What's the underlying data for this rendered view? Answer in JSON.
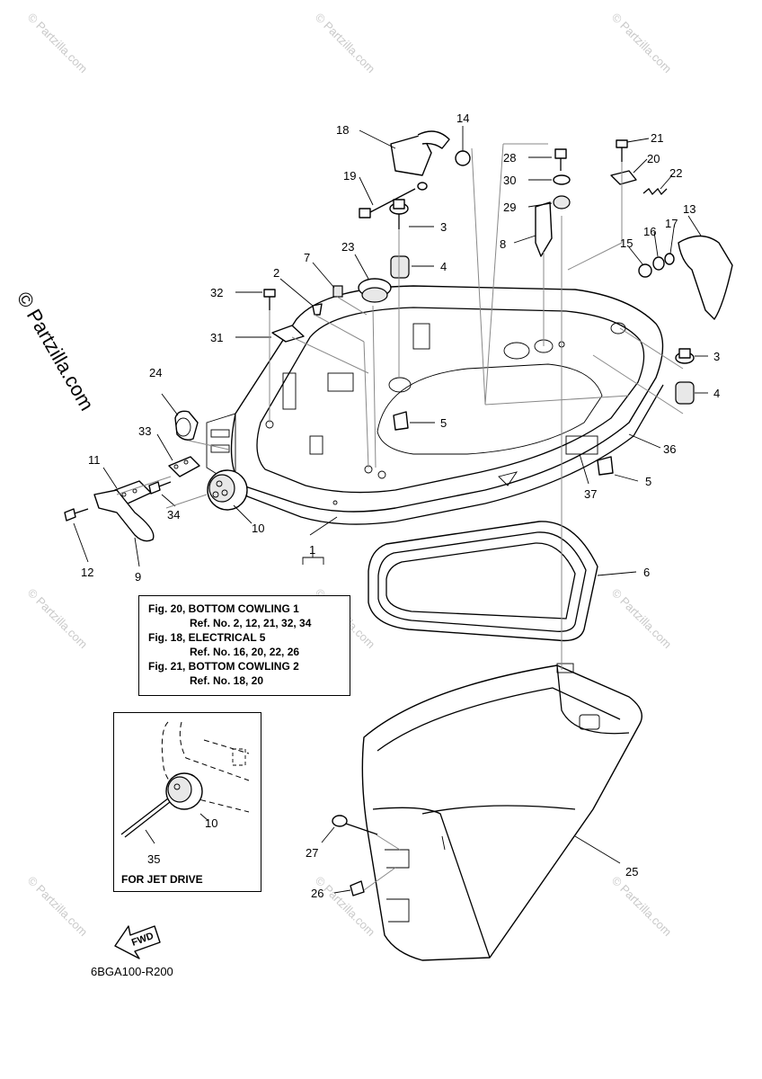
{
  "diagram_code": "6BGA100-R200",
  "watermark": "© Partzilla.com",
  "side_watermark": "© Partzilla.com",
  "callouts": [
    "1",
    "2",
    "3",
    "3",
    "4",
    "4",
    "5",
    "5",
    "6",
    "7",
    "8",
    "9",
    "10",
    "10",
    "11",
    "12",
    "13",
    "14",
    "15",
    "16",
    "17",
    "18",
    "19",
    "20",
    "21",
    "22",
    "23",
    "24",
    "25",
    "26",
    "27",
    "28",
    "29",
    "30",
    "31",
    "32",
    "33",
    "34",
    "35",
    "36",
    "37"
  ],
  "reference_box": {
    "line1": "Fig. 20, BOTTOM COWLING 1",
    "line2": "Ref. No. 2, 12, 21, 32, 34",
    "line3": "Fig. 18, ELECTRICAL 5",
    "line4": "Ref. No. 16, 20, 22, 26",
    "line5": "Fig. 21, BOTTOM COWLING 2",
    "line6": "Ref. No. 18, 20"
  },
  "inset": {
    "label": "FOR JET DRIVE"
  },
  "fwd_label": "FWD"
}
